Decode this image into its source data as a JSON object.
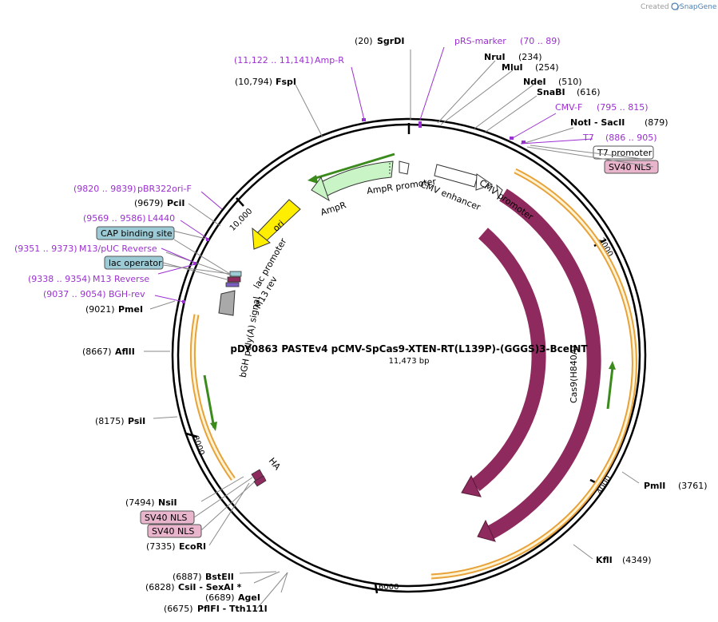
{
  "credit": {
    "prefix": "Created by",
    "brand": "SnapGene"
  },
  "map": {
    "title": "pDY0863 PASTEv4 pCMV-SpCas9-XTEN-RT(L139P)-(GGGS)3-BceINT",
    "length": "11,473 bp"
  },
  "ticks": [
    "2000",
    "4000",
    "6000",
    "8000",
    "10,000"
  ],
  "sites": [
    {
      "pos": "(20)",
      "name": "SgrDI"
    },
    {
      "pos": "(234)",
      "name": "NruI"
    },
    {
      "pos": "(254)",
      "name": "MluI"
    },
    {
      "pos": "(510)",
      "name": "NdeI"
    },
    {
      "pos": "(616)",
      "name": "SnaBI"
    },
    {
      "pos": "(879)",
      "name": "NotI - SacII"
    },
    {
      "pos": "(3761)",
      "name": "PmlI"
    },
    {
      "pos": "(4349)",
      "name": "KflI"
    },
    {
      "pos": "(6675)",
      "name": "PflFI - Tth111I"
    },
    {
      "pos": "(6689)",
      "name": "AgeI"
    },
    {
      "pos": "(6828)",
      "name": "CsiI - SexAI *"
    },
    {
      "pos": "(6887)",
      "name": "BstEII"
    },
    {
      "pos": "(7335)",
      "name": "EcoRI"
    },
    {
      "pos": "(7494)",
      "name": "NsiI"
    },
    {
      "pos": "(8175)",
      "name": "PsiI"
    },
    {
      "pos": "(8667)",
      "name": "AflII"
    },
    {
      "pos": "(9021)",
      "name": "PmeI"
    },
    {
      "pos": "(9679)",
      "name": "PciI"
    },
    {
      "pos": "(10,794)",
      "name": "FspI"
    }
  ],
  "primers": [
    {
      "name": "pRS-marker",
      "range": "(70 .. 89)"
    },
    {
      "name": "CMV-F",
      "range": "(795 .. 815)"
    },
    {
      "name": "T7",
      "range": "(886 .. 905)"
    },
    {
      "name": "Amp-R",
      "range": "(11,122 .. 11,141)"
    },
    {
      "name": "pBR322ori-F",
      "range": "(9820 .. 9839)"
    },
    {
      "name": "L4440",
      "range": "(9569 .. 9586)"
    },
    {
      "name": "M13/pUC Reverse",
      "range": "(9351 .. 9373)"
    },
    {
      "name": "M13 Reverse",
      "range": "(9338 .. 9354)"
    },
    {
      "name": "BGH-rev",
      "range": "(9037 .. 9054)"
    }
  ],
  "boxes": {
    "t7_promoter": "T7 promoter",
    "sv40_nls": "SV40 NLS",
    "cap_site": "CAP binding site",
    "lac_operator": "lac operator",
    "sv40_nls_a": "SV40 NLS",
    "sv40_nls_b": "SV40 NLS"
  },
  "features": {
    "ampr_promoter": "AmpR promoter",
    "ampr": "AmpR",
    "ori": "ori",
    "cmv_enhancer": "CMV enhancer",
    "cmv_promoter": "CMV promoter",
    "lac_promoter": "lac promoter",
    "m13_rev": "M13 rev",
    "bgh_signal": "bGH poly(A) signal",
    "cas9": "Cas9",
    "cas9_h840a": "Cas9(H840A)",
    "ha": "HA"
  },
  "colors": {
    "cas9": "#8e2a5d",
    "orf": "#e8a23a",
    "ampr": "#c9f5c6",
    "ori": "#ffee00",
    "nls_box": "#e8b5cc",
    "lac_box": "#9ccbd6",
    "primer": "#9b30d0"
  }
}
